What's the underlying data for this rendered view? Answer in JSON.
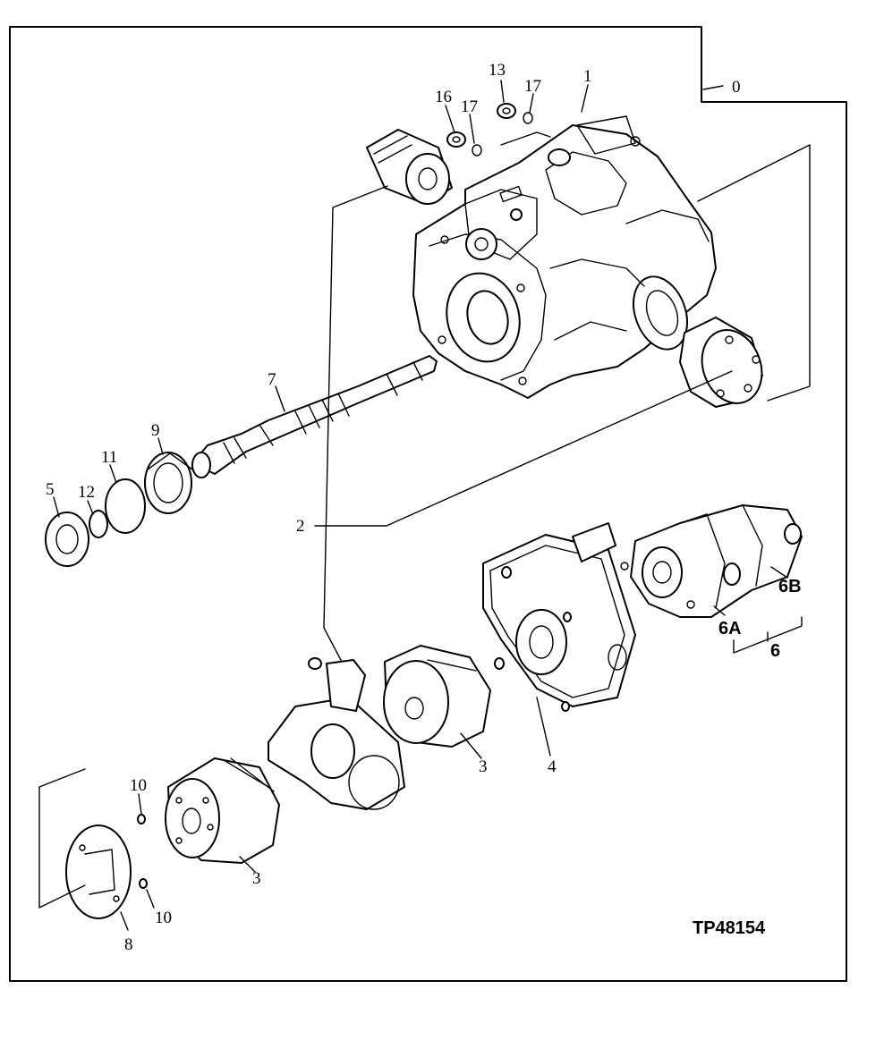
{
  "diagram": {
    "reference": "TP48154",
    "callouts": {
      "c0": "0",
      "c1": "1",
      "c2": "2",
      "c3a": "3",
      "c3b": "3",
      "c4": "4",
      "c5": "5",
      "c6": "6",
      "c6a": "6A",
      "c6b": "6B",
      "c7": "7",
      "c8": "8",
      "c9": "9",
      "c10a": "10",
      "c10b": "10",
      "c11": "11",
      "c12": "12",
      "c13": "13",
      "c16": "16",
      "c17a": "17",
      "c17b": "17"
    }
  }
}
